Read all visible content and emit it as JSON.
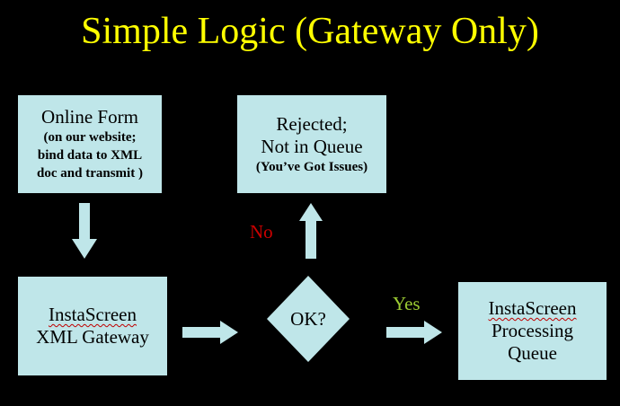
{
  "title": "Simple Logic (Gateway Only)",
  "colors": {
    "background": "#000000",
    "title": "#ffff00",
    "box_fill": "#bfe6e9",
    "no_label": "#cc0000",
    "yes_label": "#9ccc33"
  },
  "nodes": {
    "online_form": {
      "heading": "Online Form",
      "detail_lines": [
        "(on our website;",
        "bind data to XML",
        "doc and transmit )"
      ]
    },
    "rejected": {
      "lines": [
        "Rejected;",
        "Not in Queue"
      ],
      "detail": "(You’ve Got Issues)"
    },
    "gateway": {
      "lines": [
        "InstaScreen",
        "XML Gateway"
      ]
    },
    "decision": {
      "label": "OK?"
    },
    "queue": {
      "lines": [
        "InstaScreen",
        "Processing",
        "Queue"
      ]
    }
  },
  "edges": {
    "no_label": "No",
    "yes_label": "Yes"
  }
}
